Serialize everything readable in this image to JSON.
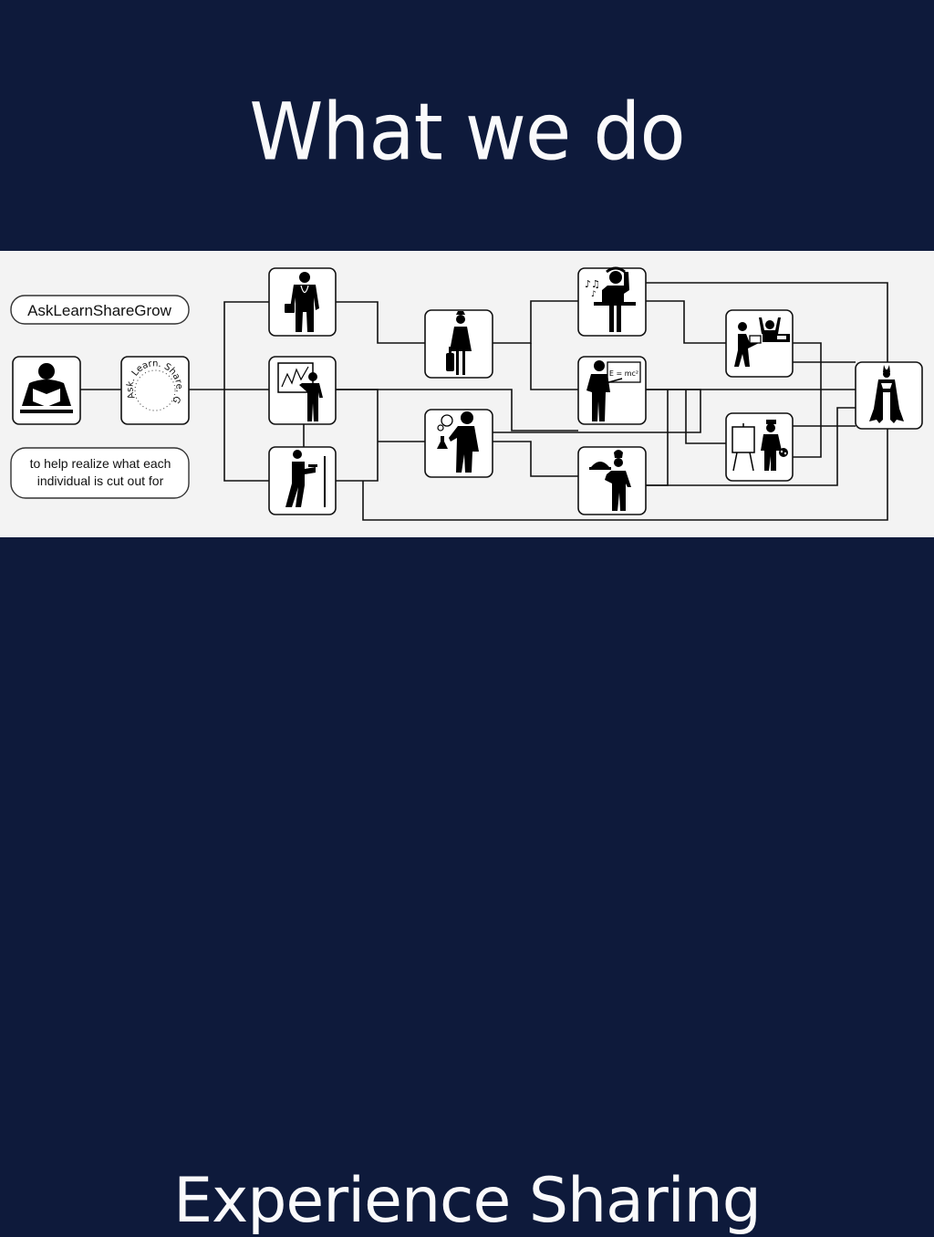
{
  "header": {
    "title": "What we do"
  },
  "footer": {
    "title": "Experience Sharing"
  },
  "diagram": {
    "tag": "AskLearnShareGrow",
    "cycle_text": "Ask. Learn. Share. Grow.",
    "caption_line1": "to help realize what each",
    "caption_line2": "individual is cut out for",
    "formula": "E = mc²",
    "nodes": [
      "reader-icon",
      "cycle-icon",
      "doctor-icon",
      "presenter-icon",
      "engineer-icon",
      "flight-attendant-icon",
      "scientist-icon",
      "dj-icon",
      "teacher-icon",
      "chef-icon",
      "delivery-icon",
      "painter-icon",
      "superhero-icon"
    ]
  },
  "colors": {
    "navy": "#0e1a3b",
    "panel": "#f3f3f3",
    "ink": "#000000",
    "text": "#ffffff"
  }
}
